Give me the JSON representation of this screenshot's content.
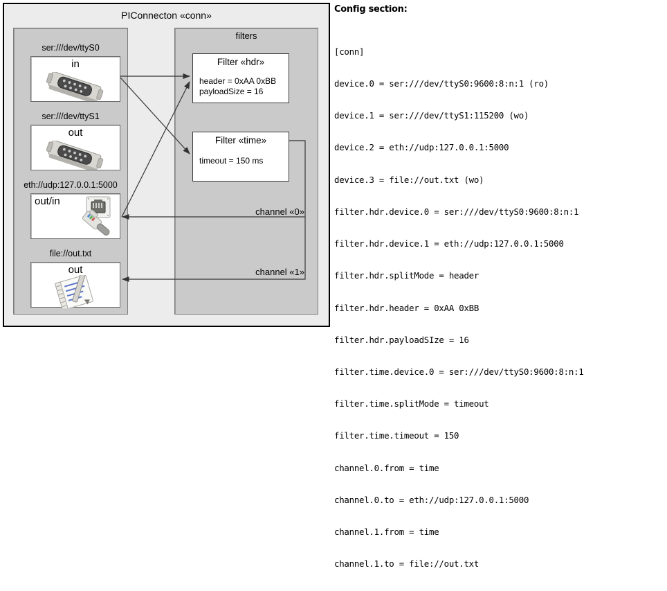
{
  "diagram": {
    "title": "PIConnecton «conn»",
    "devices_panel": {
      "title": "",
      "devices": [
        {
          "label": "ser:///dev/ttyS0",
          "io": "in",
          "icon": "serial-port-icon"
        },
        {
          "label": "ser:///dev/ttyS1",
          "io": "out",
          "icon": "serial-port-icon"
        },
        {
          "label": "eth://udp:127.0.0.1:5000",
          "io": "out/in",
          "icon": "ethernet-jack-icon"
        },
        {
          "label": "file://out.txt",
          "io": "out",
          "icon": "text-file-icon"
        }
      ]
    },
    "filters_panel": {
      "title": "filters",
      "filters": [
        {
          "name": "Filter «hdr»",
          "props": [
            "header = 0xAA 0xBB",
            "payloadSize = 16"
          ]
        },
        {
          "name": "Filter «time»",
          "props": [
            "timeout = 150 ms"
          ]
        }
      ],
      "channels": [
        {
          "label": "channel «0»"
        },
        {
          "label": "channel «1»"
        }
      ]
    },
    "colors": {
      "outer_bg": "#ececec",
      "panel_bg": "#cacaca",
      "box_bg": "#ffffff",
      "border": "#000000",
      "arrow": "#333333"
    }
  },
  "config": {
    "heading": "Config section:",
    "lines": [
      "[conn]",
      "device.0 = ser:///dev/ttyS0:9600:8:n:1 (ro)",
      "device.1 = ser:///dev/ttyS1:115200 (wo)",
      "device.2 = eth://udp:127.0.0.1:5000",
      "device.3 = file://out.txt (wo)",
      "filter.hdr.device.0 = ser:///dev/ttyS0:9600:8:n:1",
      "filter.hdr.device.1 = eth://udp:127.0.0.1:5000",
      "filter.hdr.splitMode = header",
      "filter.hdr.header = 0xAA 0xBB",
      "filter.hdr.payloadSIze = 16",
      "filter.time.device.0 = ser:///dev/ttyS0:9600:8:n:1",
      "filter.time.splitMode = timeout",
      "filter.time.timeout = 150",
      "channel.0.from = time",
      "channel.0.to = eth://udp:127.0.0.1:5000",
      "channel.1.from = time",
      "channel.1.to = file://out.txt"
    ]
  }
}
